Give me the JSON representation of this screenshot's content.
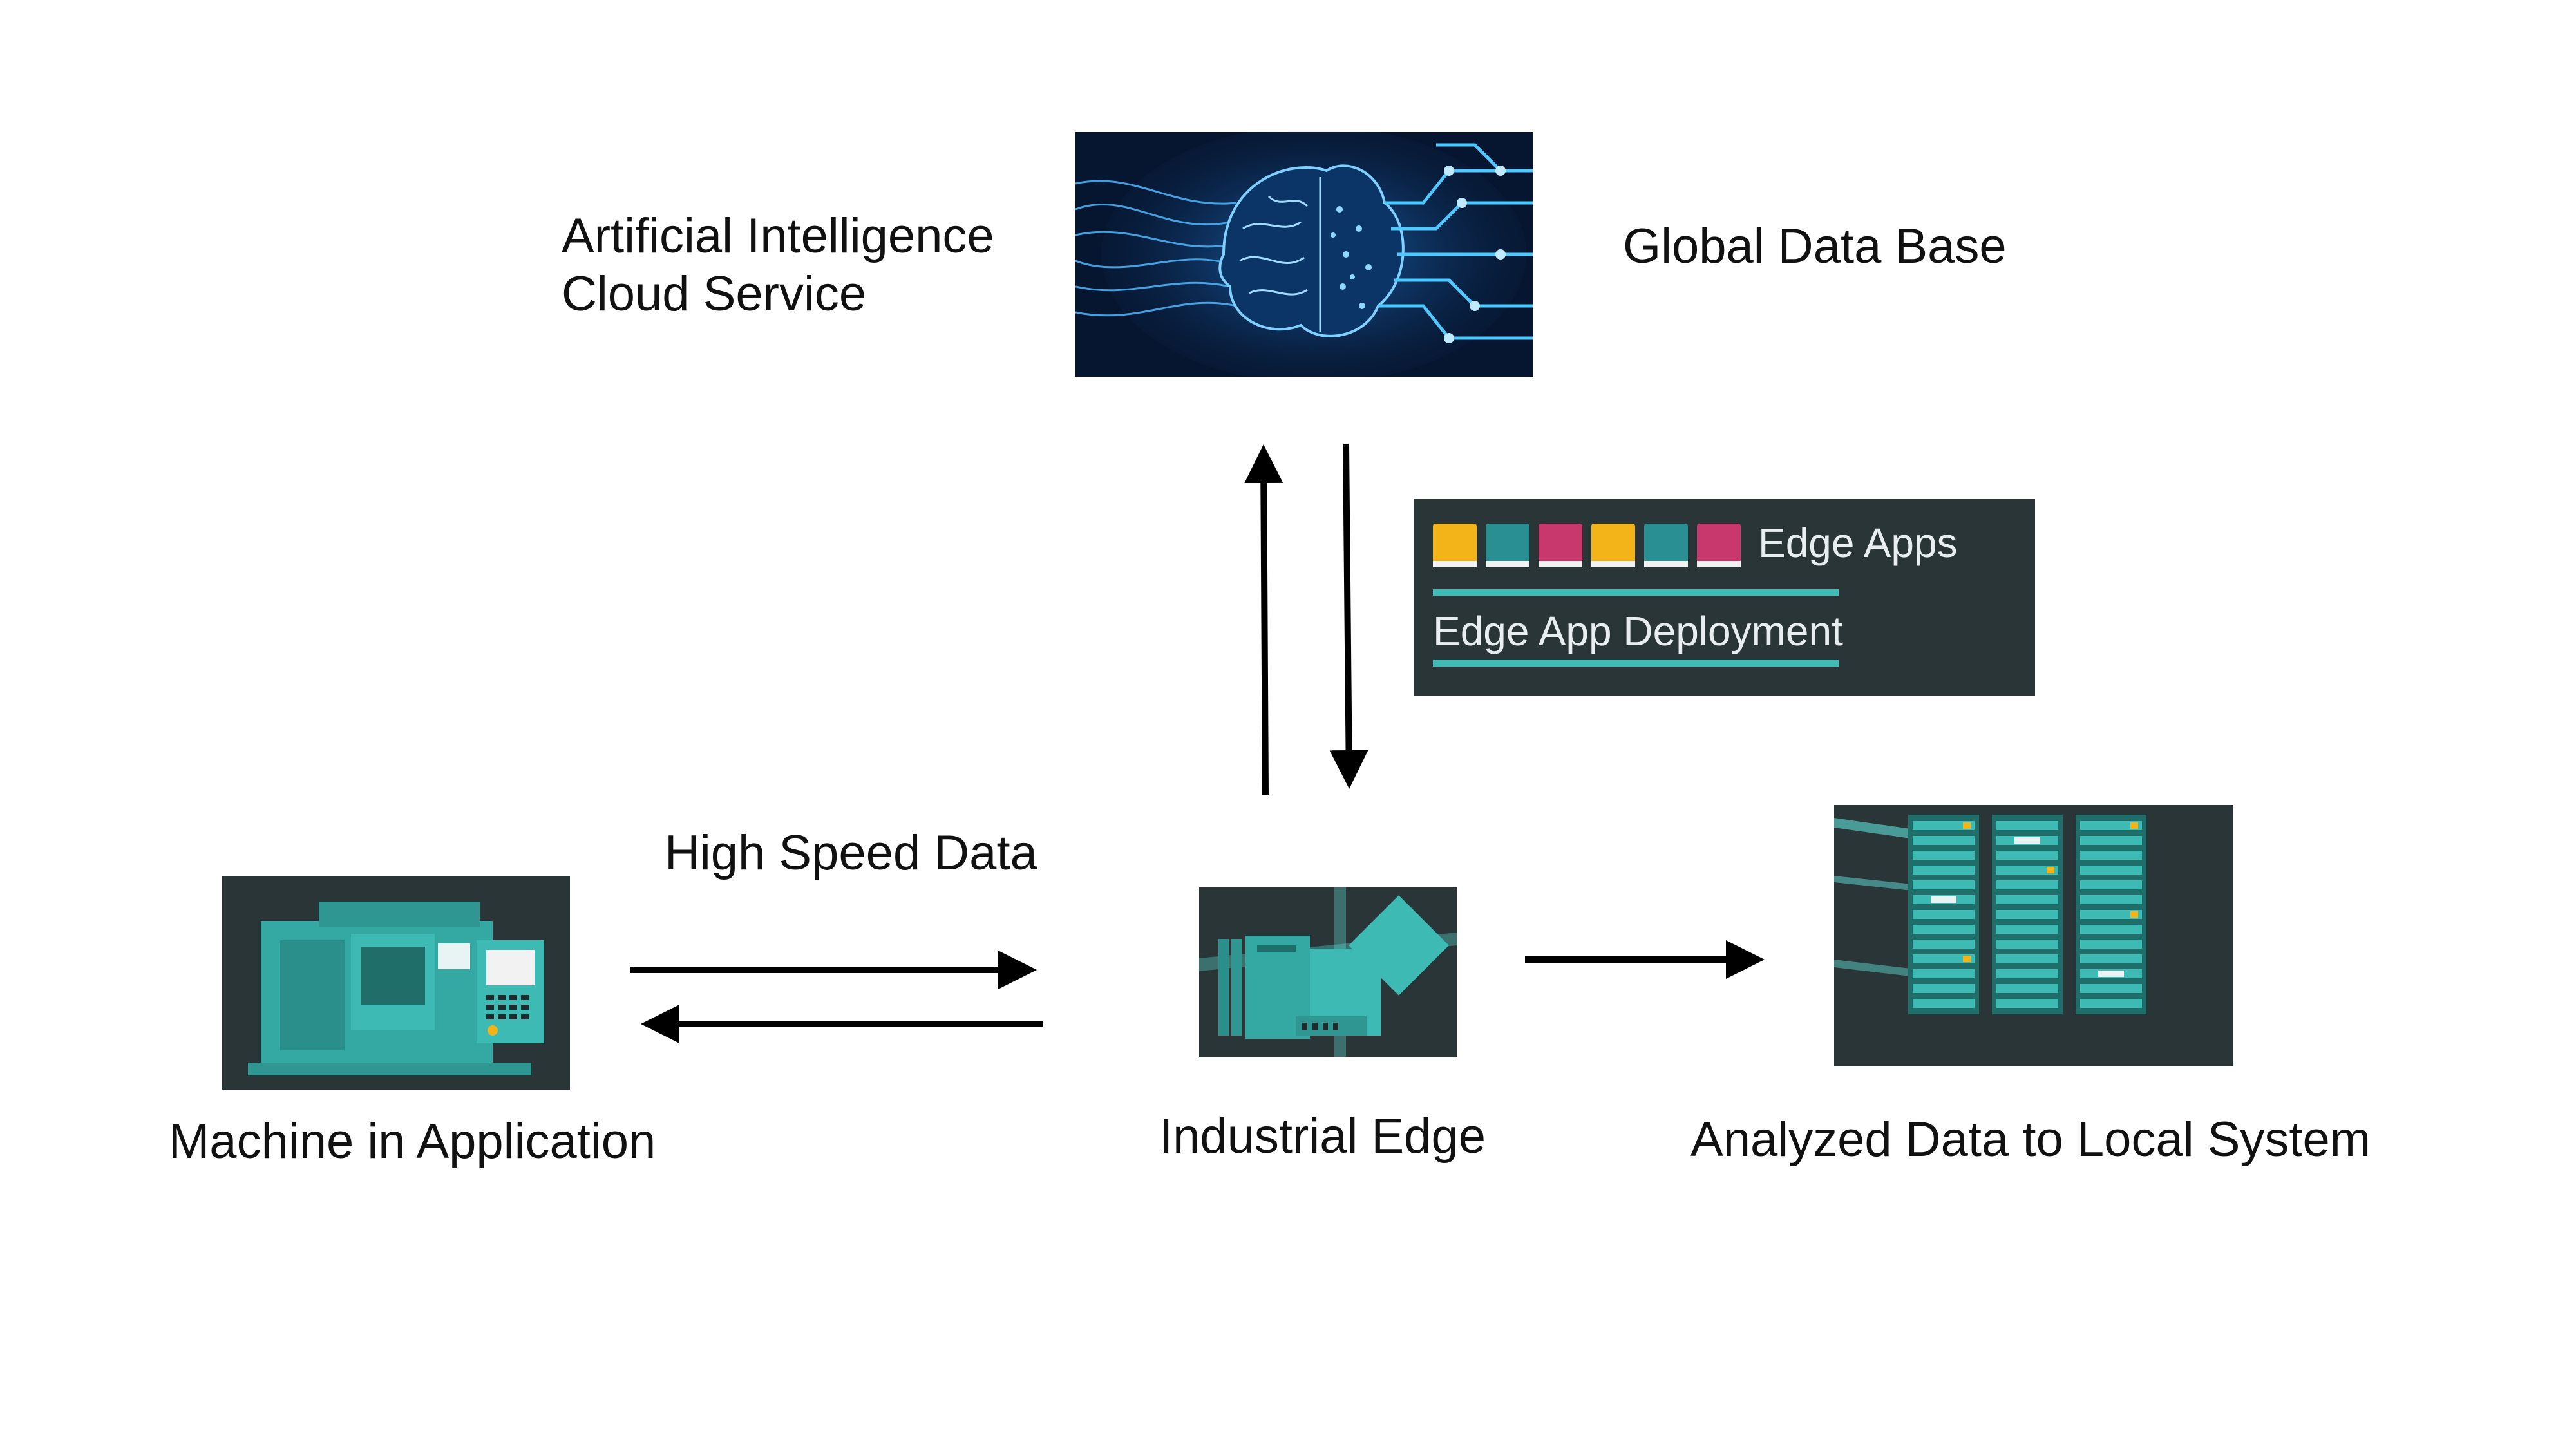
{
  "labels": {
    "ai_line1": "Artificial Intelligence",
    "ai_line2": "Cloud Service",
    "global_db": "Global Data Base",
    "high_speed": "High Speed Data",
    "machine": "Machine in Application",
    "edge": "Industrial Edge",
    "analyzed": "Analyzed Data to Local System"
  },
  "edge_apps_panel": {
    "title": "Edge Apps",
    "deployment": "Edge App Deployment",
    "tile_colors": [
      "#f2b418",
      "#2a8f92",
      "#c8386c",
      "#f2b418",
      "#2a8f92",
      "#c8386c"
    ]
  },
  "colors": {
    "dark_panel": "#2a3538",
    "teal": "#3bbcb4",
    "ai_blue": "#3aa6ff",
    "arrow": "#000000"
  },
  "icons": {
    "ai": "brain-circuit-image",
    "machine": "cnc-machine-image",
    "edge": "industrial-edge-device-image",
    "servers": "server-rack-image"
  }
}
